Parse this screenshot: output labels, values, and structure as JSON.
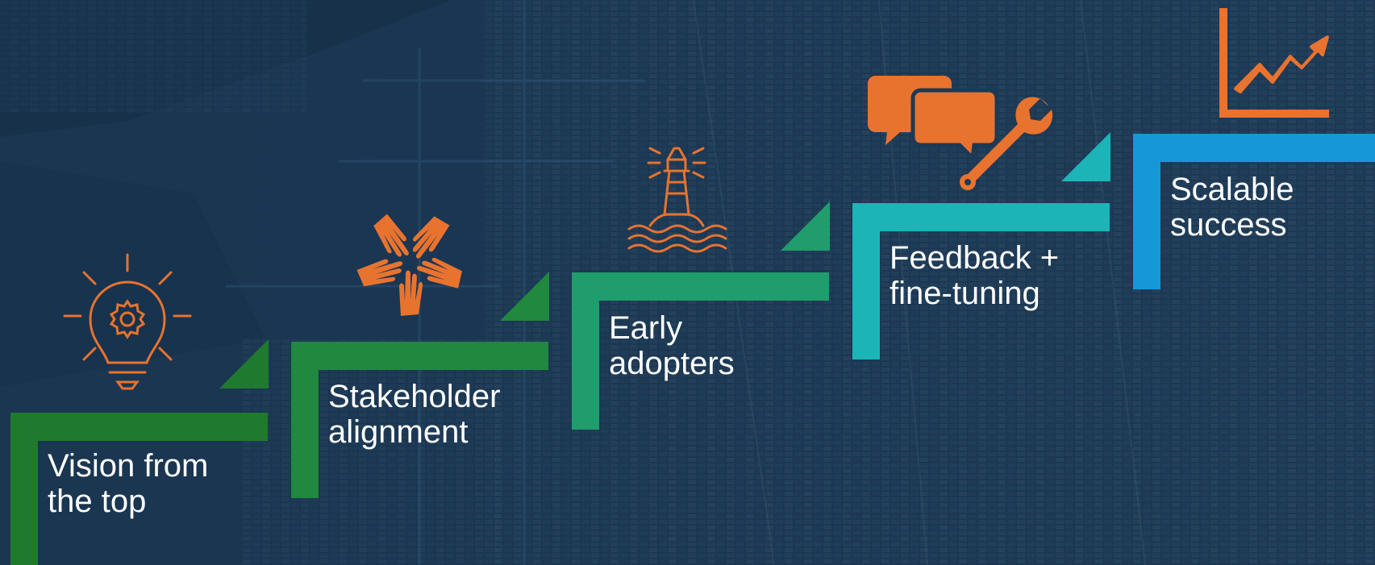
{
  "colors": {
    "background": "#1b3650",
    "icon": "#e8732f",
    "text": "#ffffff"
  },
  "steps": [
    {
      "line1": "Vision from",
      "line2": "the top",
      "color": "#1f7a2e",
      "icon": "lightbulb-gear-icon"
    },
    {
      "line1": "Stakeholder",
      "line2": "alignment",
      "color": "#20883f",
      "icon": "joined-hands-icon"
    },
    {
      "line1": "Early",
      "line2": "adopters",
      "color": "#1f9d6c",
      "icon": "lighthouse-icon"
    },
    {
      "line1": "Feedback +",
      "line2": "fine-tuning",
      "color": "#1bb5b8",
      "icon": "chat-bubbles-wrench-icon"
    },
    {
      "line1": "Scalable",
      "line2": "success",
      "color": "#1698d8",
      "icon": "growth-chart-icon"
    }
  ]
}
